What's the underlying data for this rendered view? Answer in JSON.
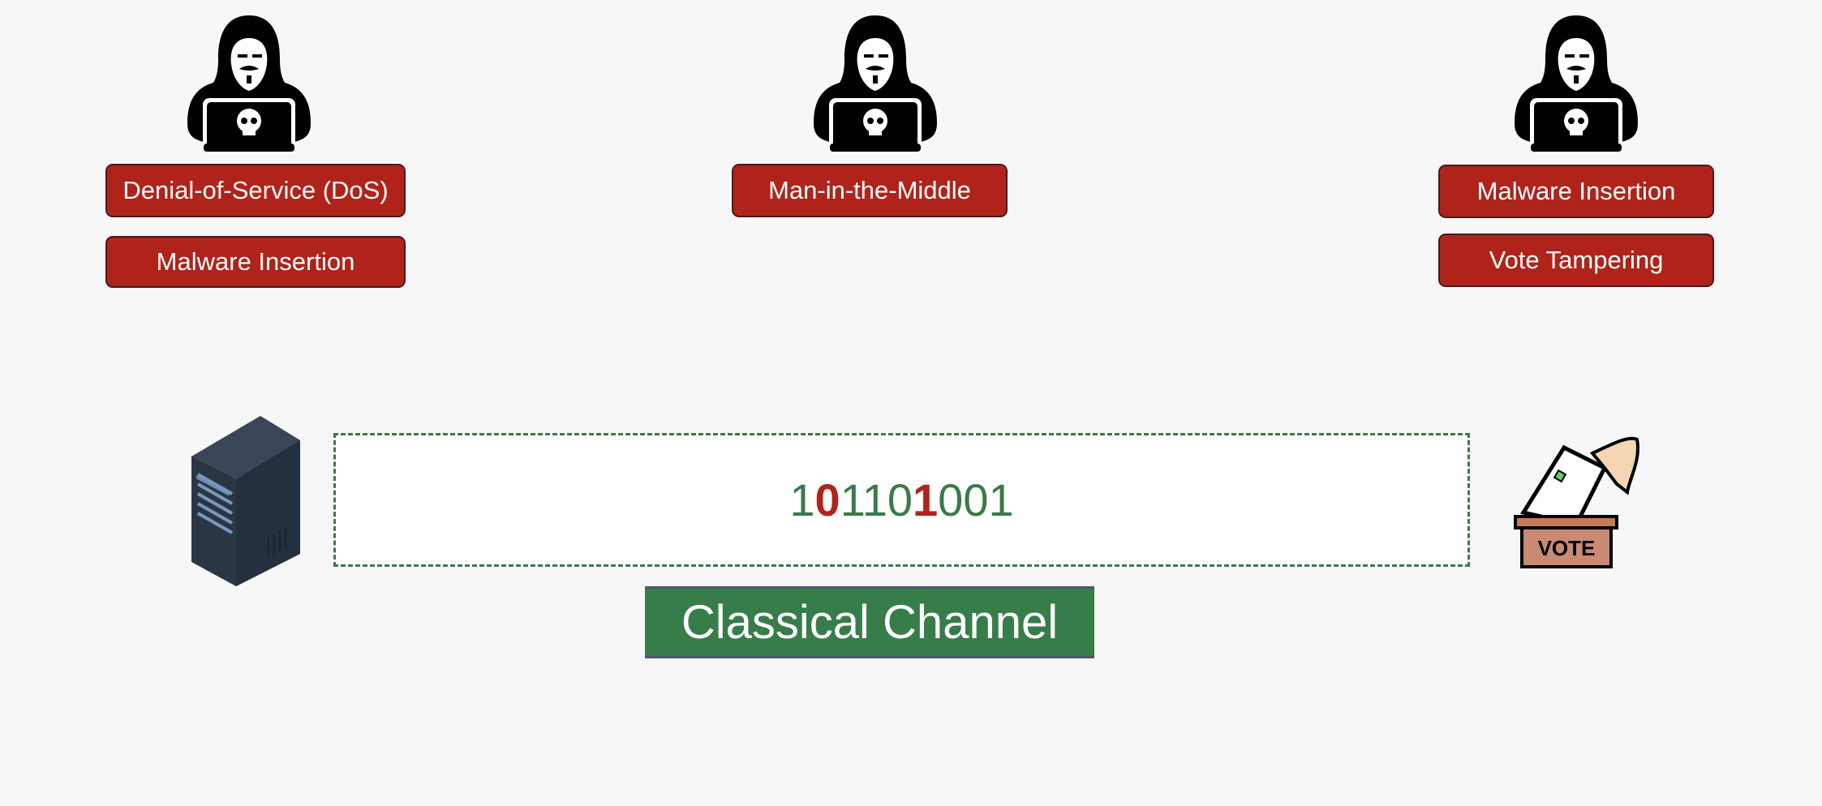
{
  "attackers": [
    {
      "icon": "hacker-icon",
      "attacks": [
        "Denial-of-Service (DoS)",
        "Malware Insertion"
      ]
    },
    {
      "icon": "hacker-icon",
      "attacks": [
        "Man-in-the-Middle"
      ]
    },
    {
      "icon": "hacker-icon",
      "attacks": [
        "Malware Insertion",
        "Vote Tampering"
      ]
    }
  ],
  "channel": {
    "bits": [
      "1",
      "0",
      "1",
      "1",
      "0",
      "1",
      "0",
      "0",
      "1"
    ],
    "tampered_indices": [
      1,
      5
    ],
    "label": "Classical Channel"
  },
  "endpoints": {
    "left_icon": "server-icon",
    "right_icon": "ballot-box-icon",
    "ballot_text": "VOTE"
  },
  "colors": {
    "attack": "#b0231b",
    "channel": "#377d4a",
    "background": "#f7f7f7"
  }
}
